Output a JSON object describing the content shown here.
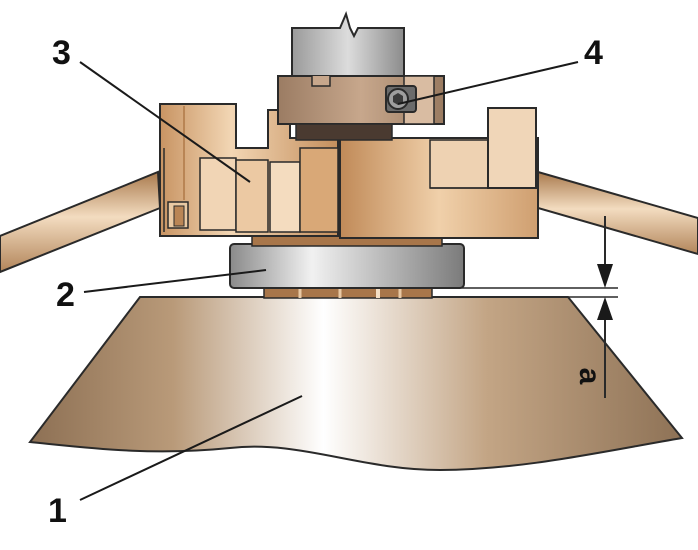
{
  "callouts": [
    {
      "id": "1",
      "label": "1"
    },
    {
      "id": "2",
      "label": "2"
    },
    {
      "id": "3",
      "label": "3"
    },
    {
      "id": "4",
      "label": "4"
    }
  ],
  "dimension": {
    "label": "a"
  },
  "colors": {
    "wood_light": "#f0d3b0",
    "wood_mid": "#d8ab7c",
    "wood_dark": "#b57e4d",
    "base_light": "#ffffff",
    "base_dark": "#9a7c5c",
    "metal_light": "#e6e6e6",
    "metal_dark": "#7e7e7e",
    "outline": "#2a2a2a"
  }
}
